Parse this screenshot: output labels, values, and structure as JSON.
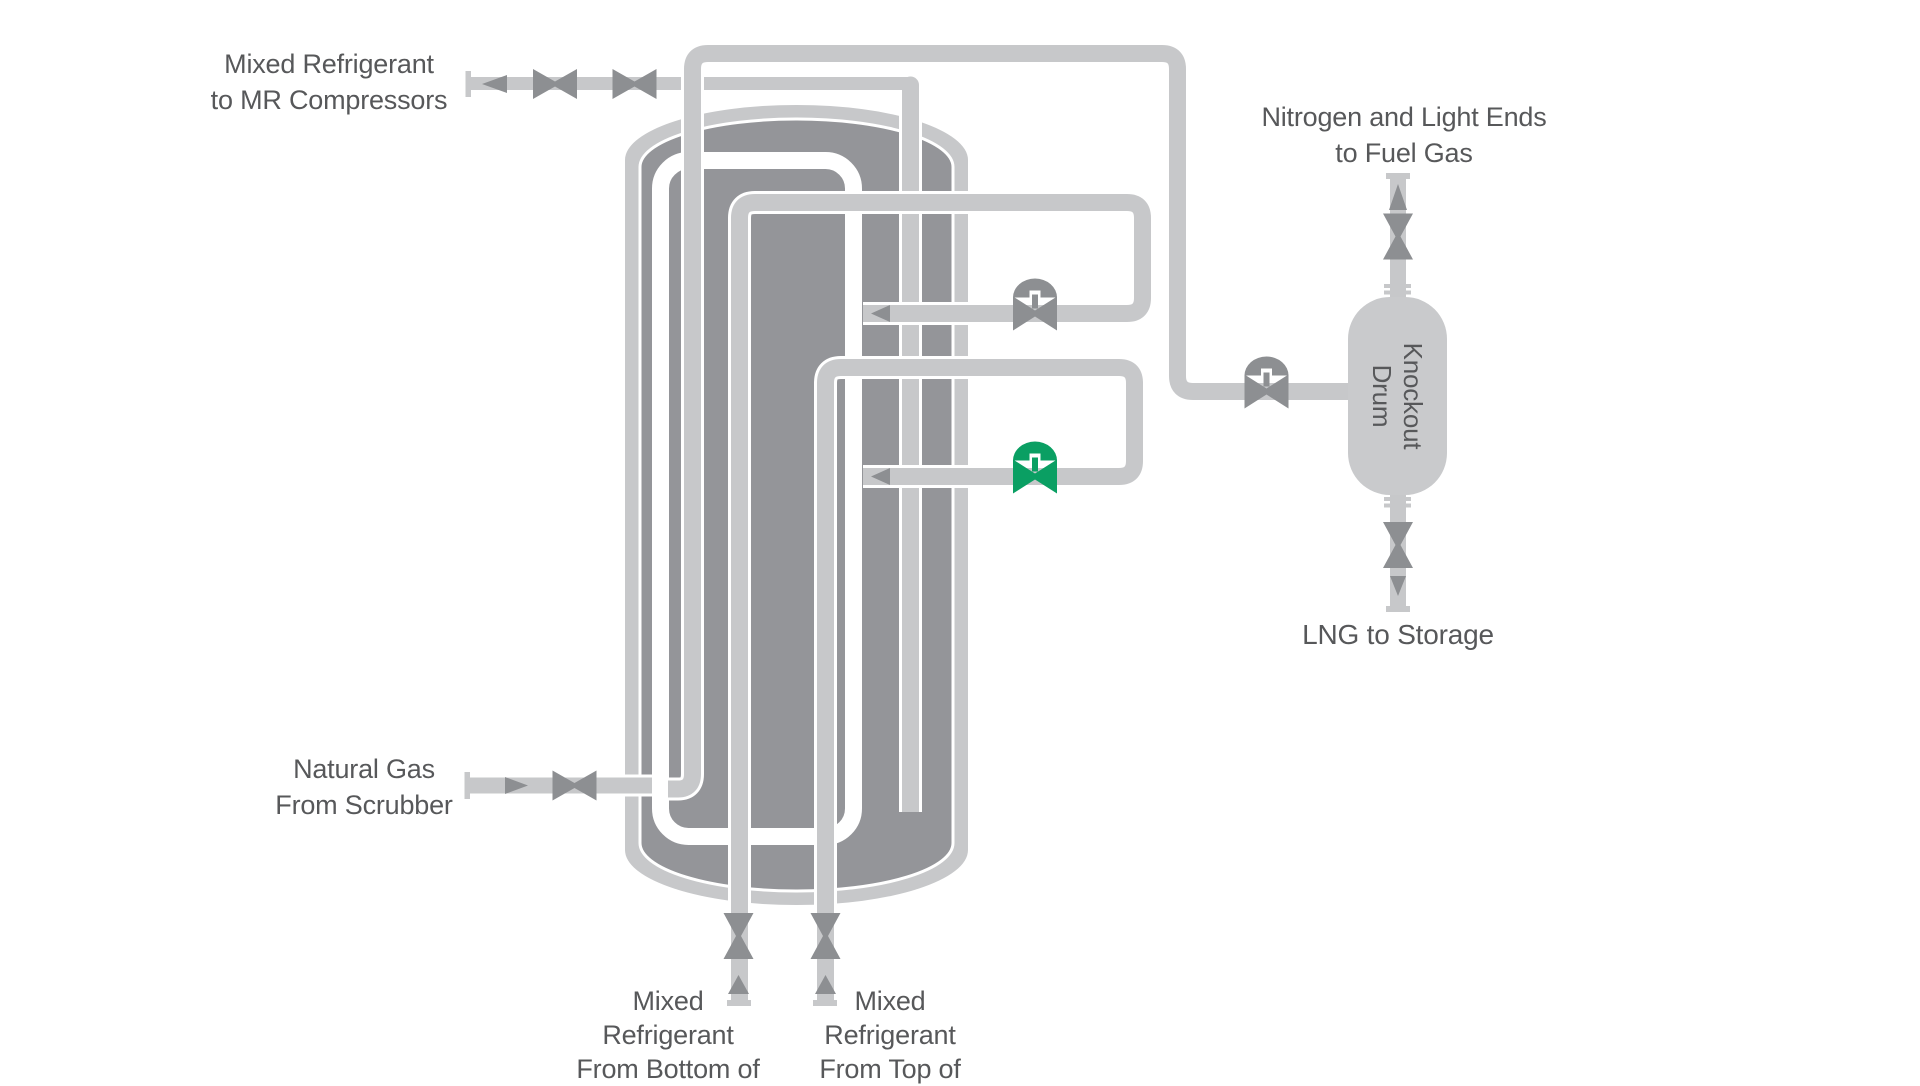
{
  "labels": {
    "mr_to_compressors": {
      "line1": "Mixed Refrigerant",
      "line2": "to MR Compressors"
    },
    "nitrogen_fuel_gas": {
      "line1": "Nitrogen and Light Ends",
      "line2": "to Fuel Gas"
    },
    "knockout_drum": {
      "line1": "Knockout",
      "line2": "Drum"
    },
    "lng_to_storage": {
      "text": "LNG to Storage"
    },
    "natural_gas": {
      "line1": "Natural Gas",
      "line2": "From Scrubber"
    },
    "mr_from_bottom": {
      "line1": "Mixed",
      "line2": "Refrigerant",
      "line3": "From Bottom of"
    },
    "mr_from_top": {
      "line1": "Mixed",
      "line2": "Refrigerant",
      "line3": "From Top of"
    }
  },
  "icons": {
    "gate_valve": "bowtie-valve",
    "control_valve": "actuated-globe-valve",
    "flow_arrow": "flow-direction-arrow",
    "end_cap": "pipe-end-cap"
  },
  "colors": {
    "pipe": "#c7c8ca",
    "vessel_interior": "#949599",
    "valve": "#8d8f92",
    "valve_green": "#0a9f63",
    "text": "#57585a",
    "background": "#ffffff",
    "drum": "#c9cacc"
  }
}
